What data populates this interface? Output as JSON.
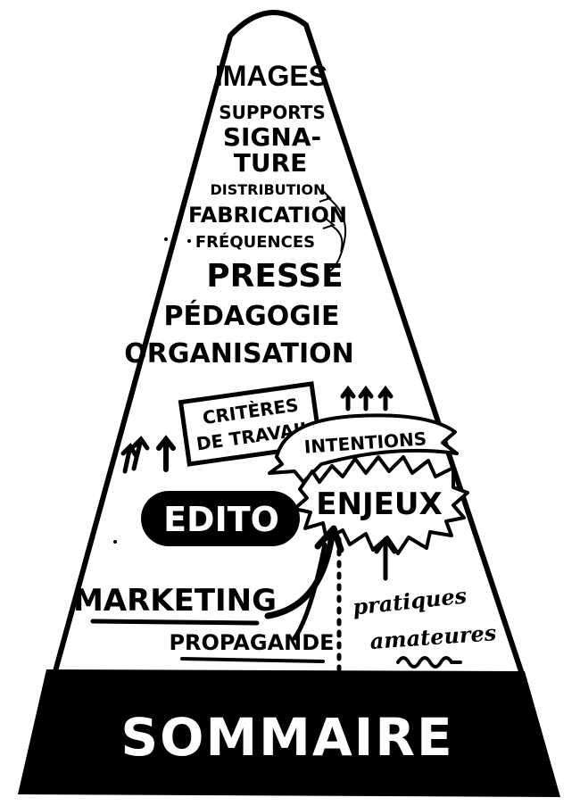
{
  "pyramid": {
    "stack_words": [
      "IMAGES",
      "SUPPORTS",
      "SIGNA-",
      "TURE",
      "DISTRIBUTION",
      "FABRICATION",
      "FRÉQUENCES",
      "PRESSE",
      "PÉDAGOGIE",
      "ORGANISATION"
    ],
    "criteres_line1": "CRITÈRES",
    "criteres_line2": "DE TRAVAIL",
    "intentions": "INTENTIONS",
    "enjeux": "ENJEUX",
    "edito": "EDITO",
    "marketing": "MARKETING",
    "propagande": "PROPAGANDE",
    "pratiques": "pratiques",
    "amateures": "amateures",
    "base_title": "SOMMAIRE"
  },
  "colors": {
    "ink": "#000000",
    "paper": "#ffffff"
  }
}
